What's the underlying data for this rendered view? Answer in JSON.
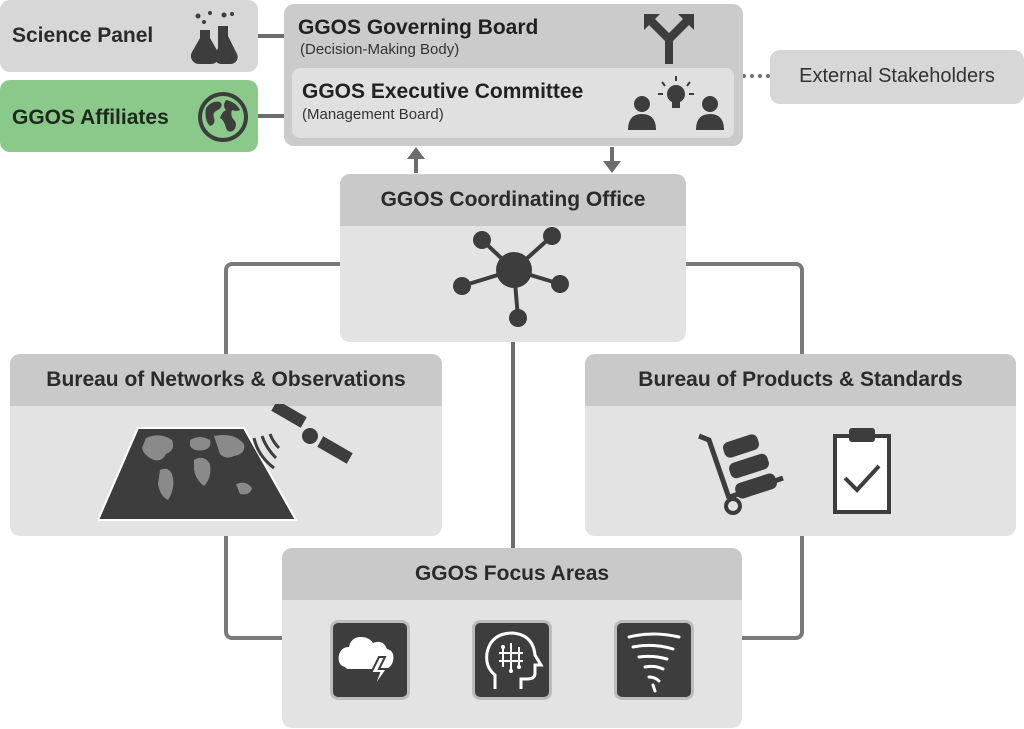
{
  "science_panel": {
    "label": "Science Panel"
  },
  "affiliates": {
    "label": "GGOS Affiliates"
  },
  "governing_board": {
    "title": "GGOS Governing Board",
    "subtitle": "(Decision-Making Body)"
  },
  "executive_committee": {
    "title": "GGOS Executive Committee",
    "subtitle": "(Management Board)"
  },
  "external": {
    "label": "External Stakeholders"
  },
  "coordinating_office": {
    "title": "GGOS Coordinating Office"
  },
  "bureau_networks": {
    "title": "Bureau of Networks & Observations"
  },
  "bureau_products": {
    "title": "Bureau of Products & Standards"
  },
  "focus_areas": {
    "title": "GGOS Focus Areas"
  },
  "colors": {
    "affiliates_green": "#8bc98b",
    "header_gray": "#c9c9c9",
    "box_gray": "#e3e3e3",
    "icon_dark": "#3d3d3d"
  },
  "icons": [
    "flasks-icon",
    "globe-icon",
    "fork-arrow-icon",
    "people-idea-icon",
    "network-hub-icon",
    "world-map-icon",
    "satellite-icon",
    "hand-truck-icon",
    "clipboard-check-icon",
    "storm-cloud-icon",
    "brain-head-icon",
    "tornado-icon"
  ]
}
